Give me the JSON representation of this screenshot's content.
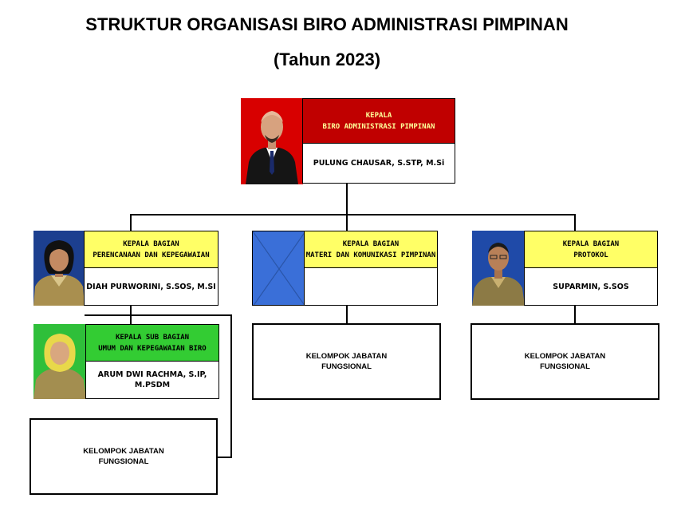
{
  "title": "STRUKTUR ORGANISASI BIRO ADMINISTRASI PIMPINAN",
  "subtitle": "(Tahun 2023)",
  "colors": {
    "red": "#c00000",
    "yellow": "#ffff66",
    "green": "#33cc33",
    "blue": "#3a6fd8"
  },
  "kepala": {
    "role": "KEPALA\nBIRO ADMINISTRASI PIMPINAN",
    "name": "PULUNG CHAUSAR, S.STP, M.Si"
  },
  "bagian": [
    {
      "role": "KEPALA BAGIAN\nPERENCANAAN DAN KEPEGAWAIAN",
      "name": "DIAH PURWORINI, S.SOS, M.SI"
    },
    {
      "role": "KEPALA BAGIAN\nMATERI DAN KOMUNIKASI PIMPINAN",
      "name": ""
    },
    {
      "role": "KEPALA BAGIAN\nPROTOKOL",
      "name": "SUPARMIN, S.SOS"
    }
  ],
  "subbagian": {
    "role": "KEPALA SUB BAGIAN\nUMUM DAN KEPEGAWAIAN BIRO",
    "name": "ARUM DWI RACHMA, S.IP,\nM.PSDM"
  },
  "fungsional": [
    {
      "label": "KELOMPOK JABATAN\nFUNGSIONAL"
    },
    {
      "label": "KELOMPOK JABATAN\nFUNGSIONAL"
    },
    {
      "label": "KELOMPOK JABATAN\nFUNGSIONAL"
    }
  ]
}
